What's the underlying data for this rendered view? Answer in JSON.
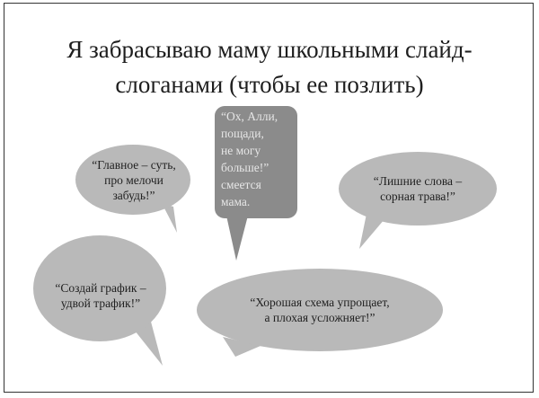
{
  "slide": {
    "title_line1": "Я забрасываю маму школьными слайд-",
    "title_line2": "слоганами (чтобы ее позлить)"
  },
  "colors": {
    "light_bubble": "#b9b9b9",
    "dark_bubble": "#8b8b8b",
    "border": "#333333",
    "background": "#ffffff"
  },
  "bubbles": [
    {
      "id": "main-idea",
      "shape": "oval-callout",
      "text": "“Главное – суть,\nпро мелочи\nзабудь!”"
    },
    {
      "id": "mom-reply",
      "shape": "rectangle-callout",
      "text": "“Ох, Алли,\nпощади,\nне могу\nбольше!”\nсмеется\nмама."
    },
    {
      "id": "extra-words",
      "shape": "oval-callout",
      "text": "“Лишние слова –\nсорная трава!”"
    },
    {
      "id": "make-chart",
      "shape": "oval-callout",
      "text": "“Создай график –\nудвой трафик!”"
    },
    {
      "id": "good-scheme",
      "shape": "oval-callout",
      "text": "“Хорошая схема упрощает,\nа плохая усложняет!”"
    }
  ]
}
